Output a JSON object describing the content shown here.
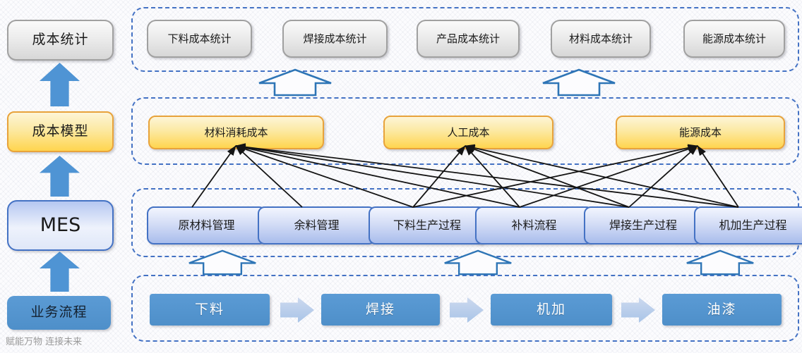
{
  "watermark": "赋能万物 连接未来",
  "left_column": {
    "items": [
      {
        "id": "cost_statistics",
        "label": "成本统计"
      },
      {
        "id": "cost_model",
        "label": "成本模型"
      },
      {
        "id": "mes",
        "label": "MES"
      },
      {
        "id": "business_process",
        "label": "业务流程"
      }
    ]
  },
  "statistics_row": {
    "boxes": [
      {
        "id": "cutting_cost_stat",
        "label": "下料成本统计"
      },
      {
        "id": "welding_cost_stat",
        "label": "焊接成本统计"
      },
      {
        "id": "product_cost_stat",
        "label": "产品成本统计"
      },
      {
        "id": "material_cost_stat",
        "label": "材料成本统计"
      },
      {
        "id": "energy_cost_stat",
        "label": "能源成本统计"
      }
    ]
  },
  "cost_model_row": {
    "boxes": [
      {
        "id": "material_cost",
        "label": "材料消耗成本"
      },
      {
        "id": "labor_cost",
        "label": "人工成本"
      },
      {
        "id": "energy_cost",
        "label": "能源成本"
      }
    ]
  },
  "mes_row": {
    "boxes": [
      {
        "id": "raw_material_mgmt",
        "label": "原材料管理"
      },
      {
        "id": "surplus_mgmt",
        "label": "余料管理"
      },
      {
        "id": "cutting_process",
        "label": "下料生产过程"
      },
      {
        "id": "replenish_flow",
        "label": "补料流程"
      },
      {
        "id": "welding_process",
        "label": "焊接生产过程"
      },
      {
        "id": "machining_process",
        "label": "机加生产过程"
      }
    ]
  },
  "process_row": {
    "boxes": [
      {
        "id": "cutting",
        "label": "下料"
      },
      {
        "id": "welding",
        "label": "焊接"
      },
      {
        "id": "machining",
        "label": "机加"
      },
      {
        "id": "painting",
        "label": "油漆"
      }
    ]
  },
  "edges": [
    {
      "from": "raw_material_mgmt",
      "to": "material_cost"
    },
    {
      "from": "surplus_mgmt",
      "to": "material_cost"
    },
    {
      "from": "cutting_process",
      "to": "material_cost"
    },
    {
      "from": "replenish_flow",
      "to": "material_cost"
    },
    {
      "from": "welding_process",
      "to": "material_cost"
    },
    {
      "from": "machining_process",
      "to": "material_cost"
    },
    {
      "from": "cutting_process",
      "to": "labor_cost"
    },
    {
      "from": "replenish_flow",
      "to": "labor_cost"
    },
    {
      "from": "welding_process",
      "to": "labor_cost"
    },
    {
      "from": "machining_process",
      "to": "labor_cost"
    },
    {
      "from": "cutting_process",
      "to": "energy_cost"
    },
    {
      "from": "replenish_flow",
      "to": "energy_cost"
    },
    {
      "from": "welding_process",
      "to": "energy_cost"
    },
    {
      "from": "machining_process",
      "to": "energy_cost"
    }
  ],
  "colors": {
    "container_border": "#4472c4",
    "hollow_arrow_stroke": "#2e75b6",
    "solid_arrow_blue": "#4f94d4",
    "process_box_blue": "#5b9bd5",
    "yellow_border": "#e8a33b",
    "gray_border": "#a0a0a0",
    "connector_black": "#141414"
  }
}
